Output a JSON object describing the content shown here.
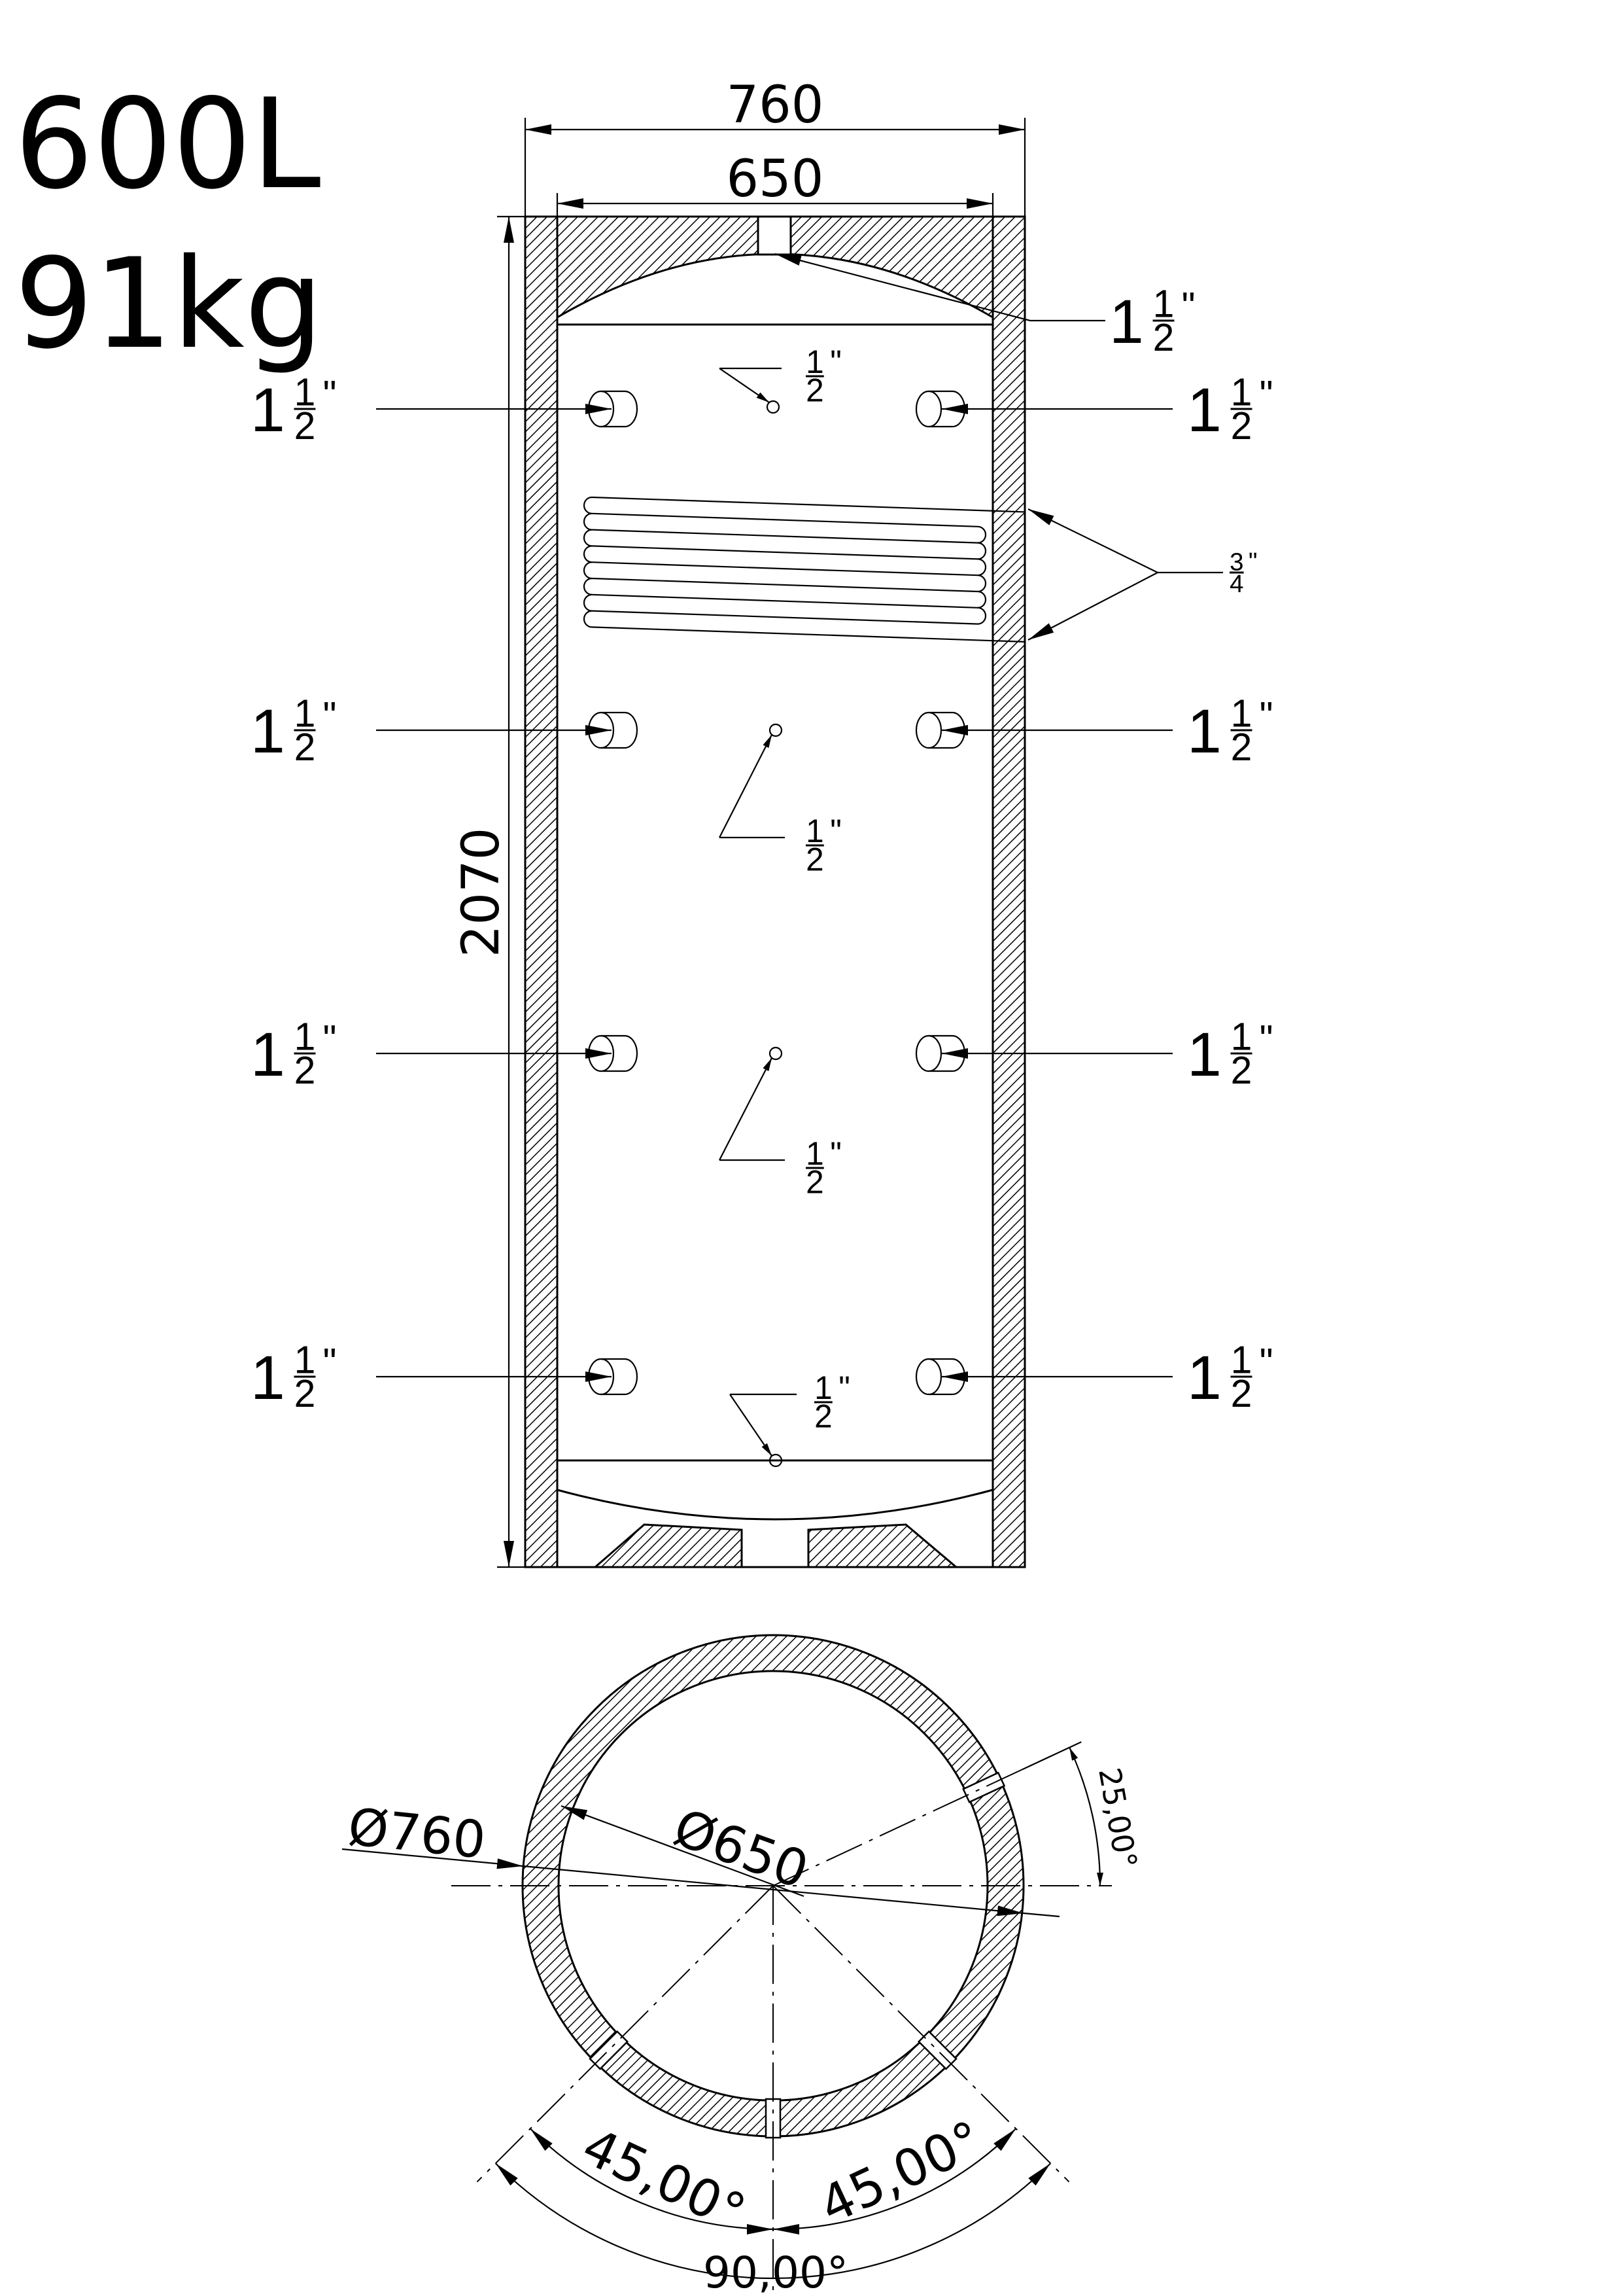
{
  "title": {
    "volume": "600L",
    "weight": "91kg"
  },
  "dimensions": {
    "outer_width": "760",
    "inner_width": "650",
    "height": "2070",
    "outer_diameter": "Ø760",
    "inner_diameter": "Ø650",
    "angle_top": "25,00°",
    "angle_left": "45,00°",
    "angle_right": "45,00°",
    "angle_total": "90,00°"
  },
  "connections": {
    "top_outlet": {
      "whole": "1",
      "num": "1",
      "den": "2",
      "mark": "\""
    },
    "side_ports": [
      {
        "whole": "1",
        "num": "1",
        "den": "2",
        "mark": "\""
      },
      {
        "whole": "1",
        "num": "1",
        "den": "2",
        "mark": "\""
      },
      {
        "whole": "1",
        "num": "1",
        "den": "2",
        "mark": "\""
      },
      {
        "whole": "1",
        "num": "1",
        "den": "2",
        "mark": "\""
      },
      {
        "whole": "1",
        "num": "1",
        "den": "2",
        "mark": "\""
      },
      {
        "whole": "1",
        "num": "1",
        "den": "2",
        "mark": "\""
      },
      {
        "whole": "1",
        "num": "1",
        "den": "2",
        "mark": "\""
      },
      {
        "whole": "1",
        "num": "1",
        "den": "2",
        "mark": "\""
      }
    ],
    "sensor_ports": [
      {
        "num": "1",
        "den": "2",
        "mark": "\""
      },
      {
        "num": "1",
        "den": "2",
        "mark": "\""
      },
      {
        "num": "1",
        "den": "2",
        "mark": "\""
      },
      {
        "num": "1",
        "den": "2",
        "mark": "\""
      }
    ],
    "coil": {
      "whole": "",
      "num": "3",
      "den": "4",
      "mark": "\""
    }
  }
}
